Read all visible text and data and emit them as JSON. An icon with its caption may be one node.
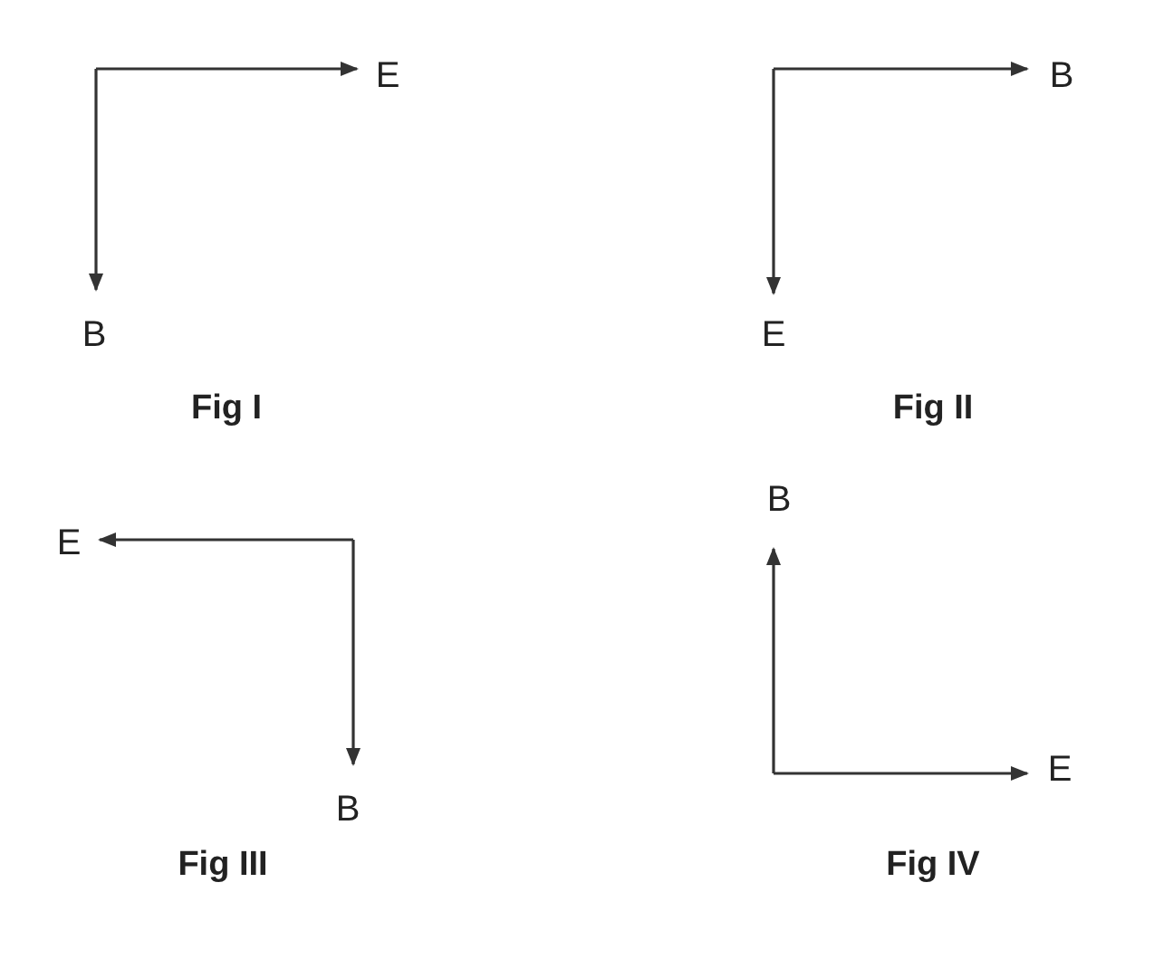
{
  "diagram": {
    "labels": [
      "E",
      "B",
      "B",
      "E",
      "Fig I",
      "Fig II",
      "E",
      "B",
      "E",
      "B",
      "Fig III",
      "Fig IV"
    ]
  }
}
